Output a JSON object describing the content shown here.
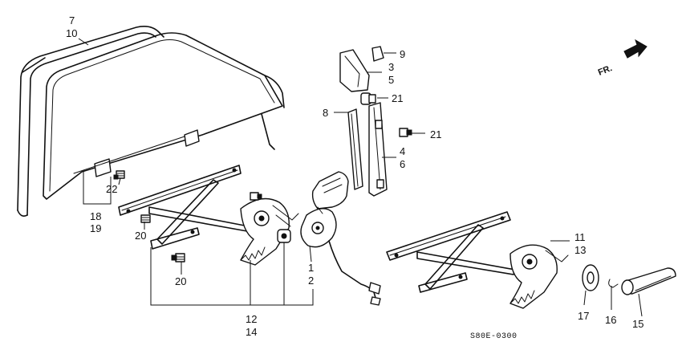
{
  "diagram": {
    "direction_marker": "FR.",
    "drawing_code": "S80E-0300",
    "callouts": [
      "7",
      "10",
      "9",
      "3",
      "5",
      "21",
      "8",
      "21",
      "4",
      "6",
      "22",
      "18",
      "19",
      "20",
      "20",
      "1",
      "2",
      "12",
      "14",
      "11",
      "13",
      "17",
      "16",
      "15"
    ]
  }
}
